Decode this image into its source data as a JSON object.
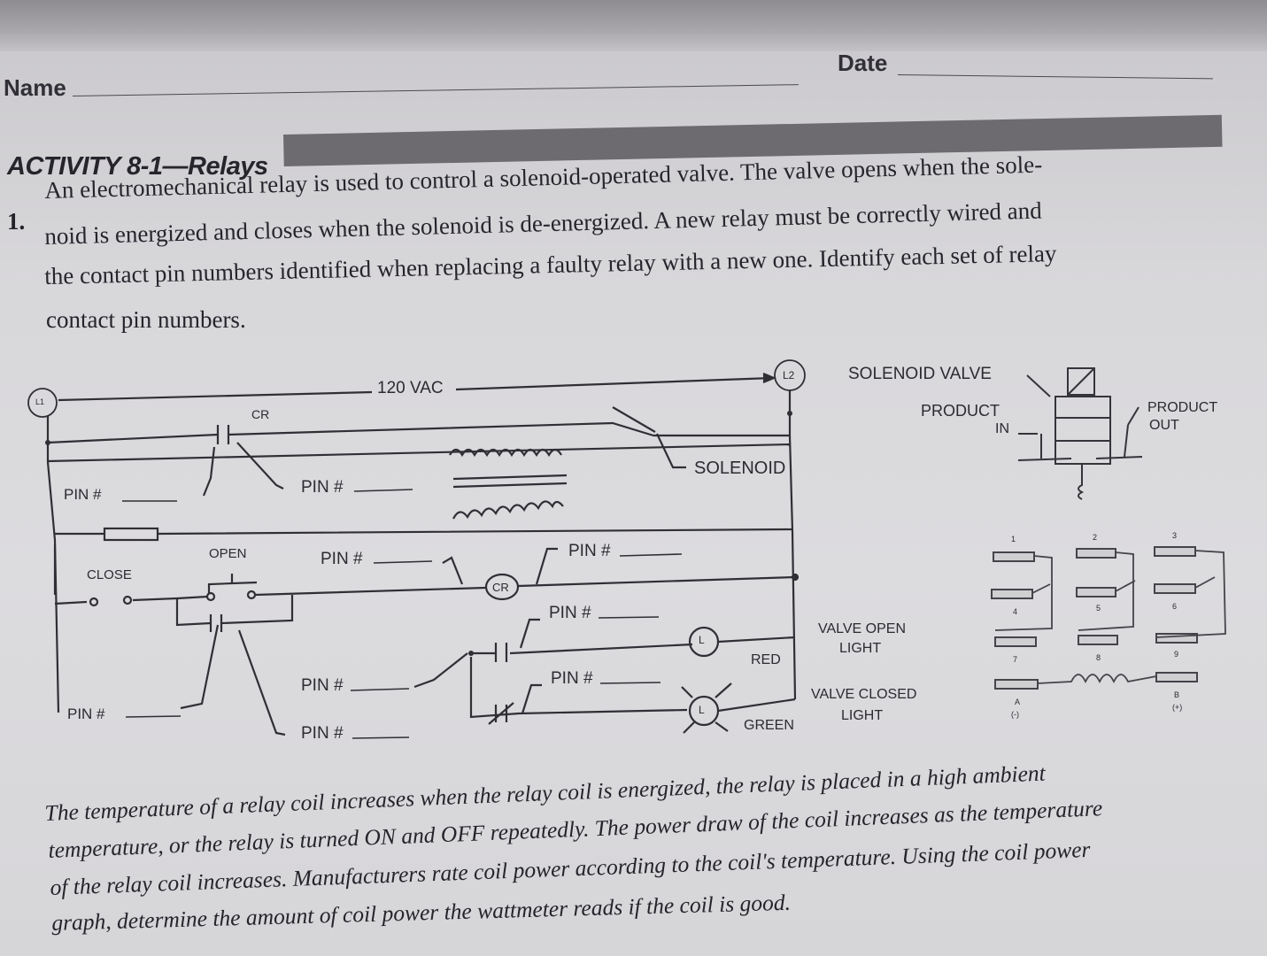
{
  "header": {
    "name_label": "Name",
    "date_label": "Date"
  },
  "activity": {
    "title": "ACTIVITY 8-1—Relays"
  },
  "question": {
    "number": "1.",
    "lines": [
      "An electromechanical relay is used to control a solenoid-operated valve. The valve opens when the sole-",
      "noid is energized and closes when the solenoid is de-energized. A new relay must be correctly wired and",
      "the contact pin numbers identified when replacing a faulty relay with a new one. Identify each set of relay",
      "contact pin numbers."
    ]
  },
  "diagram": {
    "l1": "L1",
    "l2": "L2",
    "voltage": "120 VAC",
    "cr_top": "CR",
    "cr_coil": "CR",
    "solenoid": "SOLENOID",
    "open": "OPEN",
    "close": "CLOSE",
    "pin_label": "PIN #",
    "pin_label_alt": "PIN #",
    "red": "RED",
    "green": "GREEN",
    "lamp": "L",
    "valve_open_light": [
      "VALVE OPEN",
      "LIGHT"
    ],
    "valve_closed_light": [
      "VALVE CLOSED",
      "LIGHT"
    ],
    "solenoid_valve": "SOLENOID VALVE",
    "product_in": [
      "PRODUCT",
      "IN"
    ],
    "product_out": [
      "PRODUCT",
      "OUT"
    ],
    "relay_pins": [
      "1",
      "2",
      "3",
      "4",
      "5",
      "6",
      "7",
      "8",
      "9",
      "A",
      "B",
      "(-)",
      "(+)"
    ]
  },
  "paragraph": {
    "lines": [
      "The temperature of a relay coil increases when the relay coil is energized, the relay is placed in a high ambient",
      "temperature, or the relay is turned ON and OFF repeatedly. The power draw of the coil increases as the temperature",
      "of the relay coil increases. Manufacturers rate coil power according to the coil's temperature. Using the coil power",
      "graph, determine the amount of coil power the wattmeter reads if the coil is good."
    ]
  }
}
